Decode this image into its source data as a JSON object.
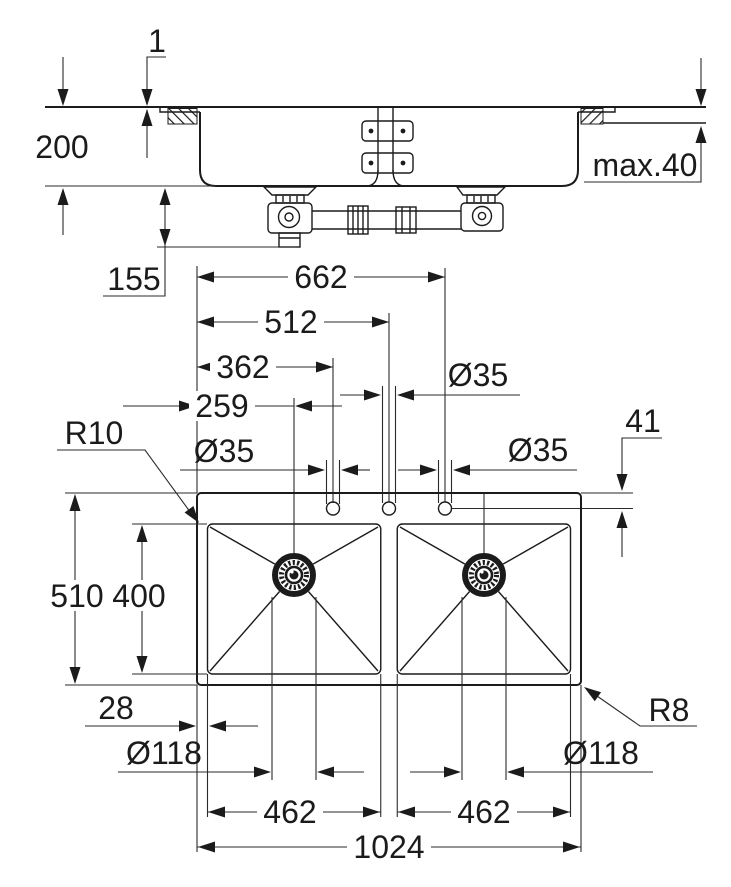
{
  "drawing": {
    "type": "technical-dimension-drawing",
    "subject": "double-bowl undermount kitchen sink, side section view and plan view",
    "ink_color": "#1b1b1b",
    "background_color": "#ffffff"
  },
  "dims": {
    "rim_reveal": "1",
    "bowl_depth": "200",
    "counter_thickness": "max.40",
    "trap_offset": "155",
    "hole3_from_left": "662",
    "hole2_from_left": "512",
    "hole1_from_left": "362",
    "drain_center_from_left": "259",
    "hole2_diameter": "Ø35",
    "hole1_diameter": "Ø35",
    "hole3_diameter": "Ø35",
    "holes_from_top_edge": "41",
    "inner_corner_radius": "R10",
    "outer_depth": "510",
    "bowl_front_back": "400",
    "rim_width": "28",
    "outer_corner_radius": "R8",
    "drain1_diameter": "Ø118",
    "drain2_diameter": "Ø118",
    "bowl1_width": "462",
    "bowl2_width": "462",
    "overall_width": "1024"
  }
}
